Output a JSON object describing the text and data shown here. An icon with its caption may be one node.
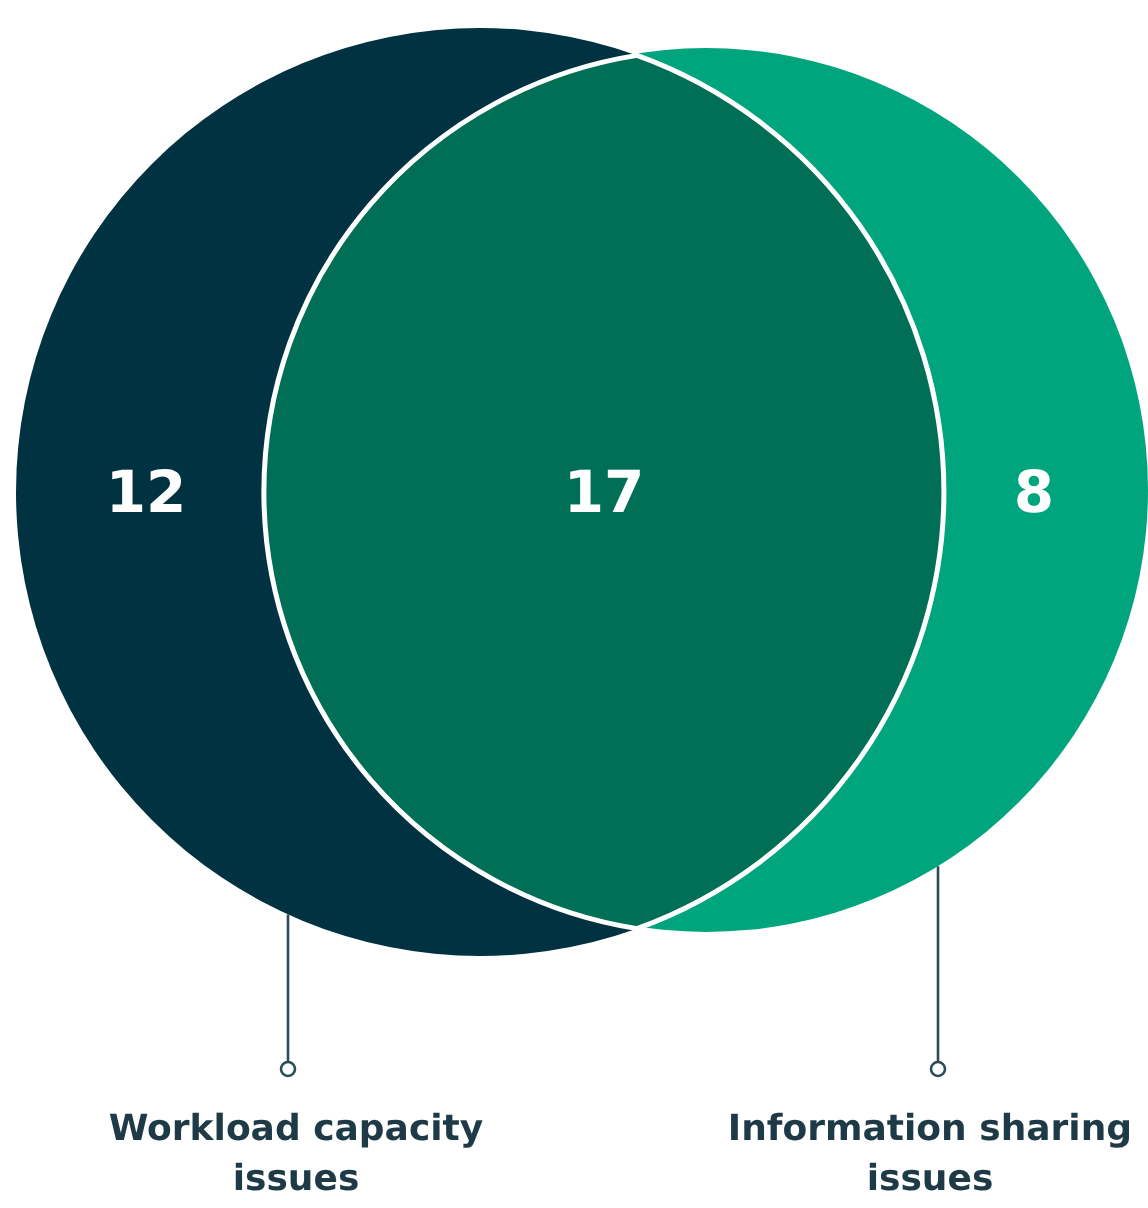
{
  "diagram": {
    "nodes": [
      {
        "text": [
          "12"
        ]
      },
      {
        "text": [
          "8"
        ]
      },
      {
        "text": [
          "17"
        ]
      },
      {
        "text": [
          "Workload capacity issues"
        ]
      },
      {
        "text": [
          "Information sharing issues"
        ]
      }
    ],
    "edges": [
      {
        "from": 3,
        "to": 0,
        "arrow": "other"
      },
      {
        "from": 4,
        "to": 1,
        "arrow": "other"
      }
    ]
  }
}
